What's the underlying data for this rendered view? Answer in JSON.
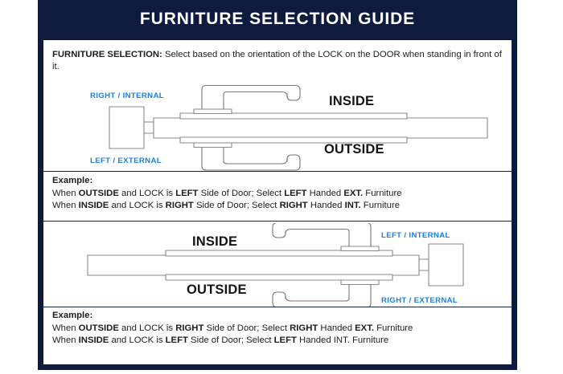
{
  "header": {
    "title": "FURNITURE SELECTION GUIDE",
    "background_color": "#0e1b3d",
    "text_color": "#ffffff"
  },
  "colors": {
    "navy": "#0e1b3d",
    "blue_label": "#1b7fe0",
    "body_text": "#1d1d1d",
    "line": "#6e6e6e",
    "page": "#ffffff"
  },
  "intro": {
    "lead": "FURNITURE SELECTION:",
    "text": " Select based on the orientation of the LOCK on the DOOR when standing in front of it."
  },
  "diagram_1": {
    "name": "lock-on-left-door-diagram",
    "lock_position": "left",
    "labels": {
      "top_left": "RIGHT / INTERNAL",
      "bottom_left": "LEFT / EXTERNAL",
      "top_right": "INSIDE",
      "bottom_right": "OUTSIDE"
    }
  },
  "example_1": {
    "heading": "Example:",
    "lines": [
      {
        "parts": [
          {
            "t": "When ",
            "b": false
          },
          {
            "t": "OUTSIDE",
            "b": true
          },
          {
            "t": " and LOCK is ",
            "b": false
          },
          {
            "t": "LEFT",
            "b": true
          },
          {
            "t": " Side of Door;   Select ",
            "b": false
          },
          {
            "t": "LEFT",
            "b": true
          },
          {
            "t": " Handed ",
            "b": false
          },
          {
            "t": "EXT.",
            "b": true
          },
          {
            "t": " Furniture",
            "b": false
          }
        ]
      },
      {
        "parts": [
          {
            "t": "When ",
            "b": false
          },
          {
            "t": "INSIDE",
            "b": true
          },
          {
            "t": " and LOCK is ",
            "b": false
          },
          {
            "t": "RIGHT",
            "b": true
          },
          {
            "t": " Side of Door;  Select ",
            "b": false
          },
          {
            "t": "RIGHT",
            "b": true
          },
          {
            "t": " Handed ",
            "b": false
          },
          {
            "t": "INT.",
            "b": true
          },
          {
            "t": " Furniture",
            "b": false
          }
        ]
      }
    ]
  },
  "diagram_2": {
    "name": "lock-on-right-door-diagram",
    "lock_position": "right",
    "labels": {
      "top_right": "LEFT / INTERNAL",
      "bottom_right": "RIGHT / EXTERNAL",
      "top_left": "INSIDE",
      "bottom_left": "OUTSIDE"
    }
  },
  "example_2": {
    "heading": "Example:",
    "lines": [
      {
        "parts": [
          {
            "t": "When ",
            "b": false
          },
          {
            "t": "OUTSIDE",
            "b": true
          },
          {
            "t": " and LOCK is ",
            "b": false
          },
          {
            "t": "RIGHT",
            "b": true
          },
          {
            "t": " Side of Door;   Select ",
            "b": false
          },
          {
            "t": "RIGHT",
            "b": true
          },
          {
            "t": " Handed ",
            "b": false
          },
          {
            "t": "EXT.",
            "b": true
          },
          {
            "t": " Furniture",
            "b": false
          }
        ]
      },
      {
        "parts": [
          {
            "t": "When ",
            "b": false
          },
          {
            "t": "INSIDE",
            "b": true
          },
          {
            "t": " and LOCK is ",
            "b": false
          },
          {
            "t": "LEFT",
            "b": true
          },
          {
            "t": " Side of Door;  Select ",
            "b": false
          },
          {
            "t": "LEFT",
            "b": true
          },
          {
            "t": " Handed INT. Furniture",
            "b": false
          }
        ]
      }
    ]
  }
}
